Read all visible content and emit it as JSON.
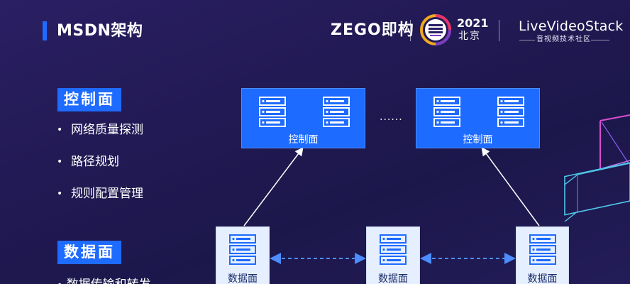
{
  "header": {
    "title": "MSDN架构",
    "brand_zego": "ZEGO即构",
    "event_year": "2021",
    "event_city": "北京",
    "lvs_brand": "LiveVideoStack",
    "lvs_subtitle": "音视频技术社区"
  },
  "control_plane": {
    "label": "控制面",
    "features": [
      "网络质量探测",
      "路径规划",
      "规则配置管理"
    ]
  },
  "data_plane": {
    "label": "数据面",
    "feature_partial": "数据传输和转发"
  },
  "diagram": {
    "control_nodes": [
      {
        "label": "控制面"
      },
      {
        "label": "控制面"
      }
    ],
    "ellipsis": "......",
    "data_nodes": [
      {
        "label": "数据面"
      },
      {
        "label": "数据面"
      },
      {
        "label": "数据面"
      }
    ]
  },
  "colors": {
    "accent": "#1e6bff",
    "background": "#221a55",
    "data_box": "#e6efff",
    "server_stroke": "#1e6bff"
  },
  "icons": [
    "server-stack-icon",
    "bidirectional-dashed-arrow",
    "arrow-up-icon"
  ]
}
